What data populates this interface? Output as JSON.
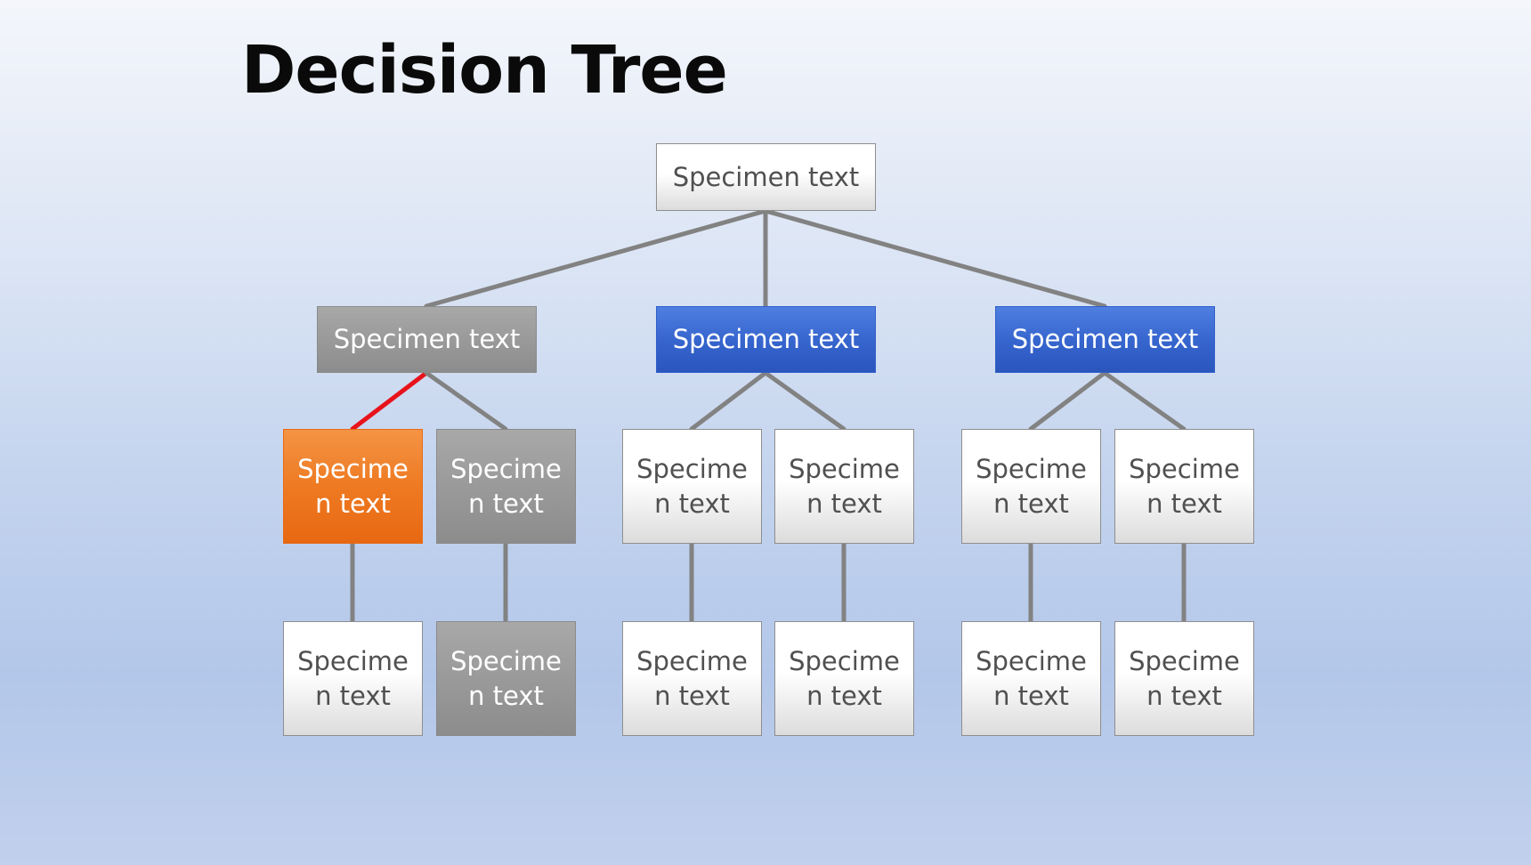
{
  "title": "Decision Tree",
  "colors": {
    "connector": "#828282",
    "highlight_connector": "#e8121b",
    "white_node": "#ffffff",
    "gray_node": "#9a9a9a",
    "blue_node": "#3766cf",
    "orange_node": "#ee7a22"
  },
  "tree": {
    "root": {
      "label": "Specimen text",
      "style": "white"
    },
    "branches": [
      {
        "label": "Specimen text",
        "style": "gray",
        "children": [
          {
            "label": "Specimen text",
            "style": "orange",
            "highlighted_path": true,
            "leaf": {
              "label": "Specimen text",
              "style": "white"
            }
          },
          {
            "label": "Specimen text",
            "style": "gray",
            "leaf": {
              "label": "Specimen text",
              "style": "gray"
            }
          }
        ]
      },
      {
        "label": "Specimen text",
        "style": "blue",
        "children": [
          {
            "label": "Specimen text",
            "style": "white",
            "leaf": {
              "label": "Specimen text",
              "style": "white"
            }
          },
          {
            "label": "Specimen text",
            "style": "white",
            "leaf": {
              "label": "Specimen text",
              "style": "white"
            }
          }
        ]
      },
      {
        "label": "Specimen text",
        "style": "blue",
        "children": [
          {
            "label": "Specimen text",
            "style": "white",
            "leaf": {
              "label": "Specimen text",
              "style": "white"
            }
          },
          {
            "label": "Specimen text",
            "style": "white",
            "leaf": {
              "label": "Specimen text",
              "style": "white"
            }
          }
        ]
      }
    ]
  }
}
